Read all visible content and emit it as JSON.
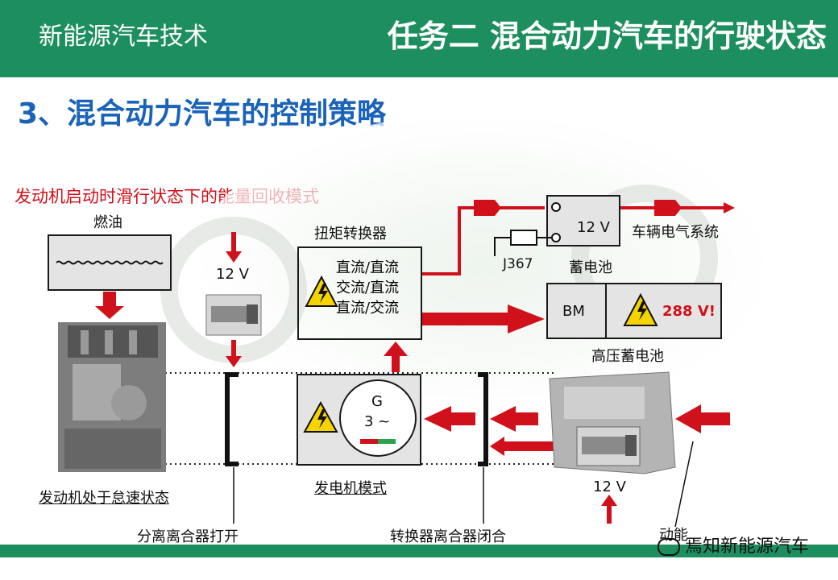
{
  "header": {
    "course": "新能源汽车技术",
    "task": "任务二 混合动力汽车的行驶状态"
  },
  "slide": {
    "heading": "3、混合动力汽车的控制策略",
    "mode_title": "发动机启动时滑行状态下的能量回收模式"
  },
  "diagram": {
    "fuel_label": "燃油",
    "engine_label": "发动机处于怠速状态",
    "starter_voltage": "12 V",
    "torque_converter_label": "扭矩转换器",
    "converter_lines": [
      "直流/直流",
      "交流/直流",
      "直流/交流"
    ],
    "battery_12v_voltage": "12 V",
    "j367": "J367",
    "battery_12v_label": "蓄电池",
    "vehicle_electrical": "车辆电气系统",
    "bm": "BM",
    "hv_voltage": "288 V!",
    "hv_label": "高压蓄电池",
    "generator_g": "G",
    "generator_phase": "3 ~",
    "generator_label": "发电机模式",
    "clutch_open": "分离离合器打开",
    "clutch_closed": "转换器离合器闭合",
    "gearbox_voltage": "12 V",
    "kinetic": "动能"
  },
  "watermark": "焉知新能源汽车",
  "colors": {
    "header": "#1d8f5f",
    "heading": "#1a63b8",
    "arrow": "#d0101a",
    "warning": "#f5d400"
  }
}
